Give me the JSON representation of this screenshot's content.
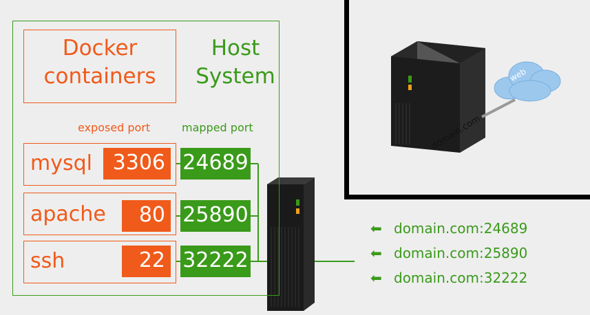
{
  "titles": {
    "docker": "Docker\ncontainers",
    "host": "Host\nSystem"
  },
  "column_labels": {
    "exposed": "exposed port",
    "mapped": "mapped port"
  },
  "services": [
    {
      "name": "mysql",
      "exposed_port": "3306",
      "mapped_port": "24689"
    },
    {
      "name": "apache",
      "exposed_port": "80",
      "mapped_port": "25890"
    },
    {
      "name": "ssh",
      "exposed_port": "22",
      "mapped_port": "32222"
    }
  ],
  "external_domains": [
    {
      "arrow": "⬅",
      "text": "domain.com:24689"
    },
    {
      "arrow": "⬅",
      "text": "domain.com:25890"
    },
    {
      "arrow": "⬅",
      "text": "domain.com:32222"
    }
  ],
  "remote_server": {
    "label": "domain.com",
    "cloud_label": "web"
  },
  "colors": {
    "docker": "#f05a1a",
    "host": "#3a9a1a",
    "background": "#eeeeee",
    "server": "#222222"
  }
}
